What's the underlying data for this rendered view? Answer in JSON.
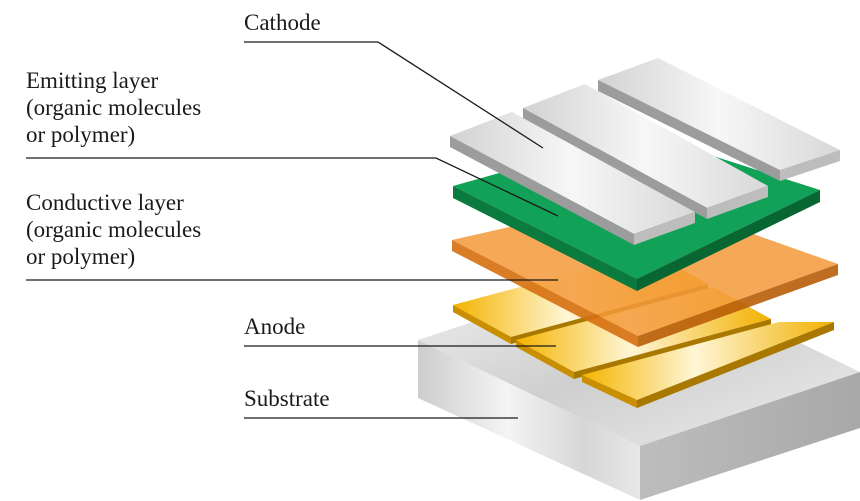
{
  "diagram": {
    "labels": {
      "cathode": "Cathode",
      "emitting": [
        "Emitting layer",
        "(organic molecules",
        "or polymer)"
      ],
      "conductive": [
        "Conductive layer",
        "(organic molecules",
        "or polymer)"
      ],
      "anode": "Anode",
      "substrate": "Substrate"
    },
    "colors": {
      "cathode": "#e2e2e2",
      "emitting_layer": "#0e9a52",
      "conductive_layer": "#f08a24",
      "anode": "#f0b800",
      "substrate": "#dcdcdc",
      "leader_lines": "#1a1a1a"
    }
  }
}
